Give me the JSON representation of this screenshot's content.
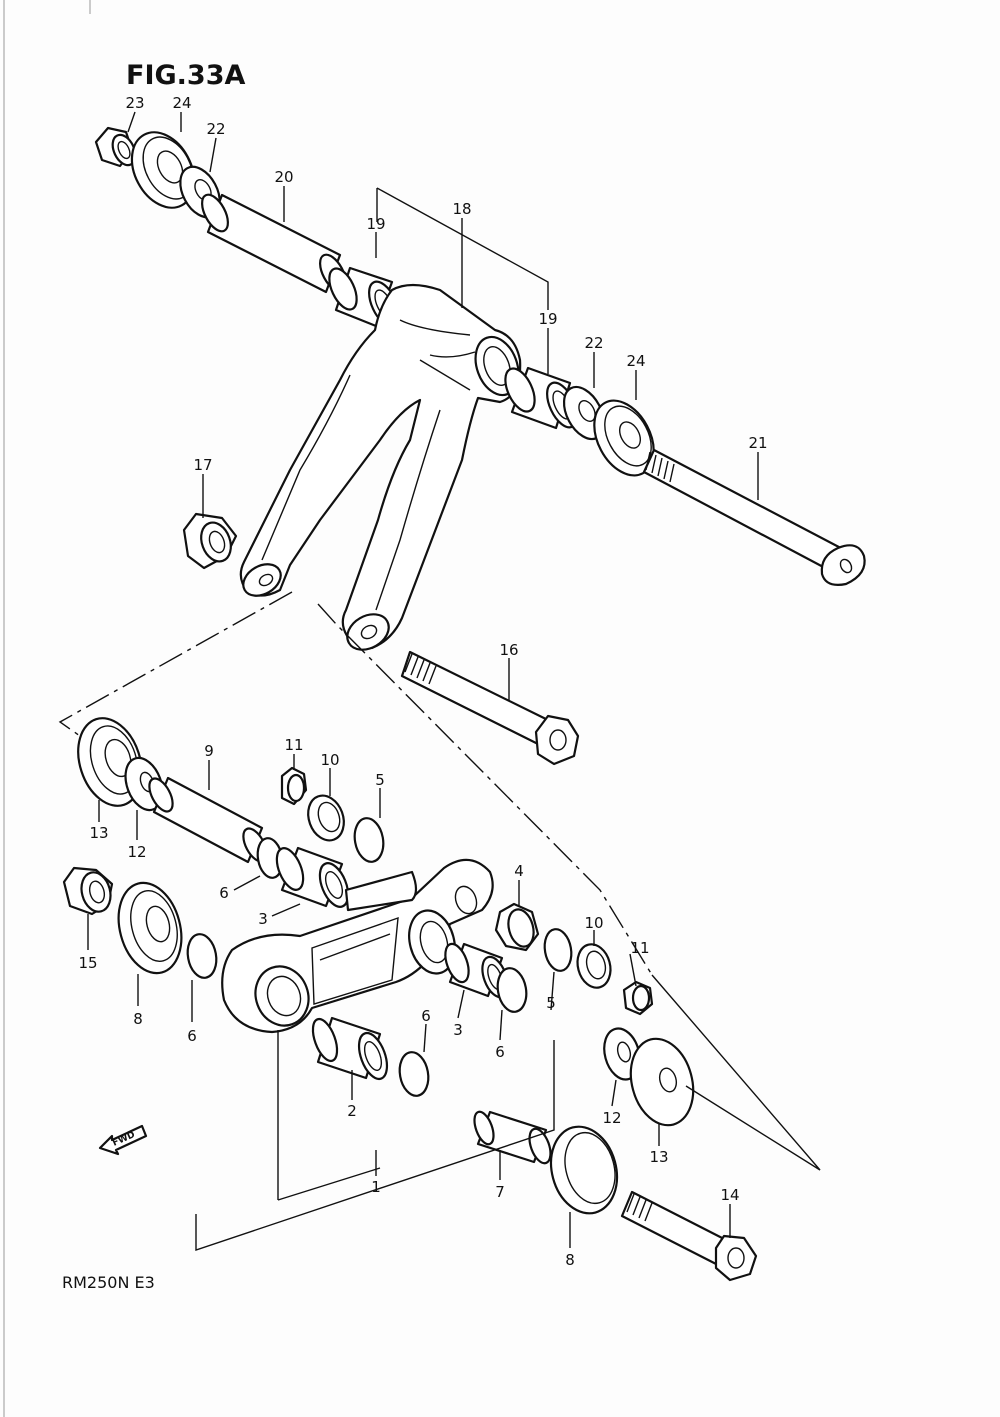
{
  "figure": {
    "title": "FIG.33A",
    "model_code": "RM250N E3",
    "forward_marker": "FWD"
  },
  "callouts": [
    {
      "id": "c23a",
      "label": "23"
    },
    {
      "id": "c24a",
      "label": "24"
    },
    {
      "id": "c22a",
      "label": "22"
    },
    {
      "id": "c20",
      "label": "20"
    },
    {
      "id": "c18",
      "label": "18"
    },
    {
      "id": "c19a",
      "label": "19"
    },
    {
      "id": "c19b",
      "label": "19"
    },
    {
      "id": "c22b",
      "label": "22"
    },
    {
      "id": "c24b",
      "label": "24"
    },
    {
      "id": "c21",
      "label": "21"
    },
    {
      "id": "c17",
      "label": "17"
    },
    {
      "id": "c16",
      "label": "16"
    },
    {
      "id": "c9",
      "label": "9"
    },
    {
      "id": "c11a",
      "label": "11"
    },
    {
      "id": "c10a",
      "label": "10"
    },
    {
      "id": "c5a",
      "label": "5"
    },
    {
      "id": "c13a",
      "label": "13"
    },
    {
      "id": "c12a",
      "label": "12"
    },
    {
      "id": "c6a",
      "label": "6"
    },
    {
      "id": "c3a",
      "label": "3"
    },
    {
      "id": "c4",
      "label": "4"
    },
    {
      "id": "c15",
      "label": "15"
    },
    {
      "id": "c8a",
      "label": "8"
    },
    {
      "id": "c6b",
      "label": "6"
    },
    {
      "id": "c6c",
      "label": "6"
    },
    {
      "id": "c3b",
      "label": "3"
    },
    {
      "id": "c6d",
      "label": "6"
    },
    {
      "id": "c5b",
      "label": "5"
    },
    {
      "id": "c10b",
      "label": "10"
    },
    {
      "id": "c11b",
      "label": "11"
    },
    {
      "id": "c2",
      "label": "2"
    },
    {
      "id": "c12b",
      "label": "12"
    },
    {
      "id": "c13b",
      "label": "13"
    },
    {
      "id": "c1",
      "label": "1"
    },
    {
      "id": "c7",
      "label": "7"
    },
    {
      "id": "c14",
      "label": "14"
    },
    {
      "id": "c8b",
      "label": "8"
    }
  ]
}
